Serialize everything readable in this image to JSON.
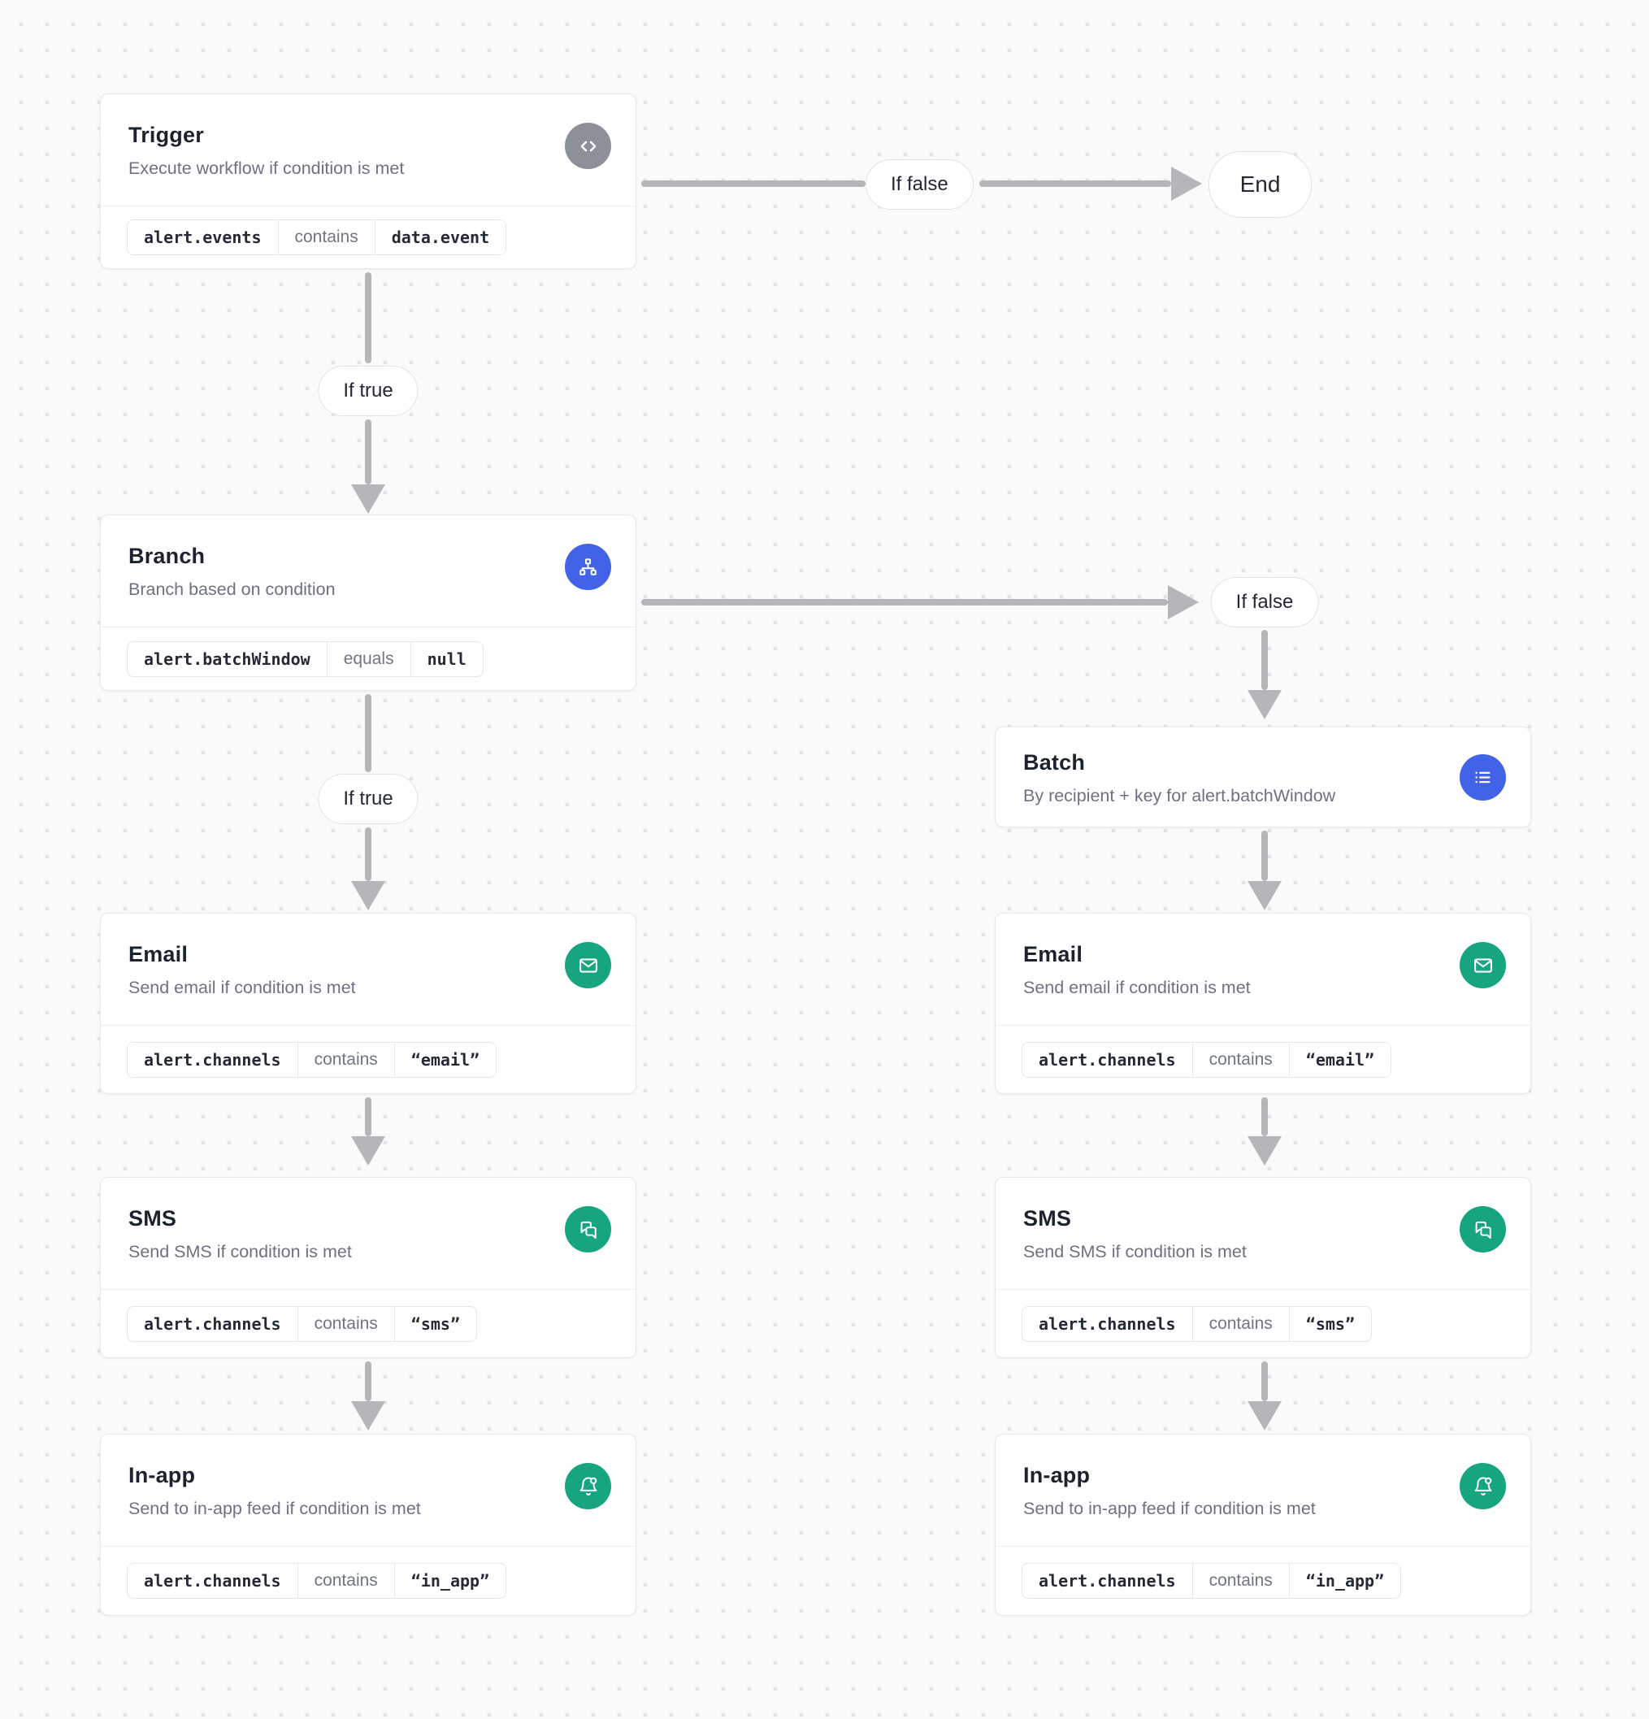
{
  "colors": {
    "canvas_bg": "#fafafa",
    "dot": "#e4e4e9",
    "card_bg": "#ffffff",
    "card_border": "#e6e8ec",
    "arrow": "#b4b6ba",
    "blue": "#4263e8",
    "green": "#16a57f",
    "gray_icon": "#8b9099",
    "title_text": "#1b2230",
    "subtitle_text": "#6b7280"
  },
  "edge_labels": {
    "trigger_if_false": "If false",
    "trigger_if_true": "If true",
    "branch_if_false": "If false",
    "branch_if_true": "If true",
    "end": "End"
  },
  "nodes": {
    "trigger": {
      "title": "Trigger",
      "subtitle": "Execute workflow if condition is met",
      "icon": "code-icon",
      "condition": {
        "field": "alert.events",
        "operator": "contains",
        "value": "data.event"
      }
    },
    "branch": {
      "title": "Branch",
      "subtitle": "Branch based on condition",
      "icon": "sitemap-icon",
      "condition": {
        "field": "alert.batchWindow",
        "operator": "equals",
        "value": "null"
      }
    },
    "batch": {
      "title": "Batch",
      "subtitle": "By recipient + key for alert.batchWindow",
      "icon": "list-icon"
    },
    "email_left": {
      "title": "Email",
      "subtitle": "Send email if condition is met",
      "icon": "mail-icon",
      "condition": {
        "field": "alert.channels",
        "operator": "contains",
        "value": "“email”"
      }
    },
    "sms_left": {
      "title": "SMS",
      "subtitle": "Send SMS if condition is met",
      "icon": "chat-bubbles-icon",
      "condition": {
        "field": "alert.channels",
        "operator": "contains",
        "value": "“sms”"
      }
    },
    "inapp_left": {
      "title": "In-app",
      "subtitle": "Send to in-app feed if condition is met",
      "icon": "bell-badge-icon",
      "condition": {
        "field": "alert.channels",
        "operator": "contains",
        "value": "“in_app”"
      }
    },
    "email_right": {
      "title": "Email",
      "subtitle": "Send email if condition is met",
      "icon": "mail-icon",
      "condition": {
        "field": "alert.channels",
        "operator": "contains",
        "value": "“email”"
      }
    },
    "sms_right": {
      "title": "SMS",
      "subtitle": "Send SMS if condition is met",
      "icon": "chat-bubbles-icon",
      "condition": {
        "field": "alert.channels",
        "operator": "contains",
        "value": "“sms”"
      }
    },
    "inapp_right": {
      "title": "In-app",
      "subtitle": "Send to in-app feed if condition is met",
      "icon": "bell-badge-icon",
      "condition": {
        "field": "alert.channels",
        "operator": "contains",
        "value": "“in_app”"
      }
    }
  }
}
